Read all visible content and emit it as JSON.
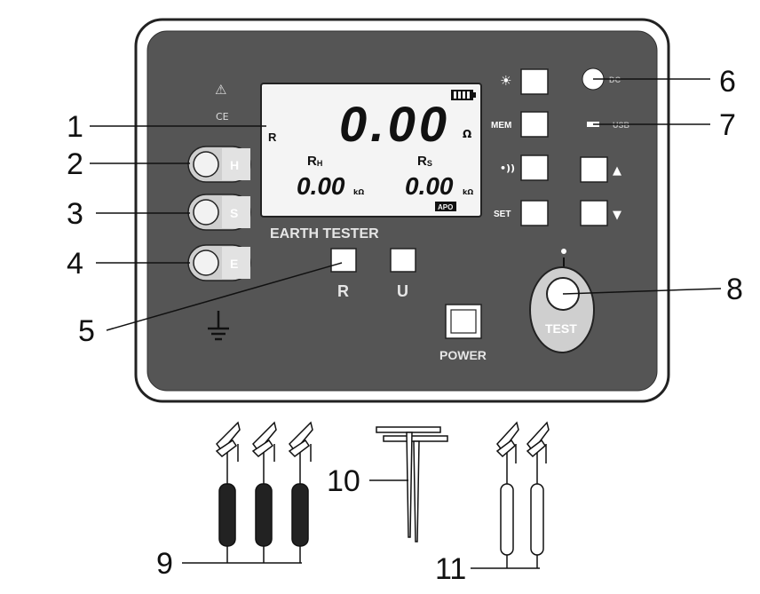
{
  "callouts": [
    "1",
    "2",
    "3",
    "4",
    "5",
    "6",
    "7",
    "8",
    "9",
    "10",
    "11"
  ],
  "panel": {
    "warning_symbol": "⚠",
    "ce_mark": "CE",
    "brand_label": "EARTH TESTER",
    "power_label": "POWER",
    "test_label": "TEST",
    "dc_label": "DC",
    "usb_label": "USB",
    "terminals": [
      {
        "label": "H"
      },
      {
        "label": "S"
      },
      {
        "label": "E"
      }
    ],
    "mode_buttons": [
      {
        "label": "R"
      },
      {
        "label": "U"
      }
    ],
    "side_buttons": [
      {
        "label": "☀",
        "icon": "backlight-icon"
      },
      {
        "label": "MEM"
      },
      {
        "label": "•))",
        "icon": "buzzer-icon"
      },
      {
        "label": "SET"
      }
    ],
    "arrow_buttons": [
      {
        "label": "▲",
        "icon": "arrow-up-icon"
      },
      {
        "label": "▼",
        "icon": "arrow-down-icon"
      }
    ]
  },
  "lcd": {
    "mode_indicator": "R",
    "main_value": "0.00",
    "main_unit": "Ω",
    "rh_label": "R",
    "rh_sub": "H",
    "rh_value": "0.00",
    "rh_unit": "kΩ",
    "rs_label": "R",
    "rs_sub": "S",
    "rs_value": "0.00",
    "rs_unit": "kΩ",
    "apo": "APO"
  },
  "colors": {
    "panel_outer": "#ffffff",
    "panel_inner": "#555555",
    "lcd_bg": "#f4f4f4",
    "label": "#e6e6e6",
    "test_oval": "#cfcfcf"
  }
}
